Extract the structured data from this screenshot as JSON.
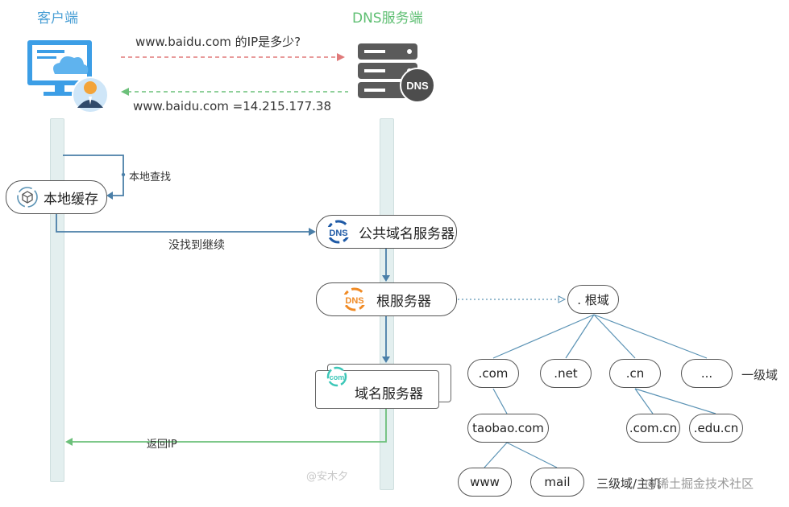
{
  "titles": {
    "client": "客户端",
    "dns": "DNS服务端"
  },
  "messages": {
    "query": "www.baidu.com 的IP是多少?",
    "answer": "www.baidu.com =14.215.177.38",
    "local_lookup": "本地查找",
    "not_found": "没找到继续",
    "return_ip": "返回IP"
  },
  "icons": {
    "dns_badge": "DNS",
    "dns_logo": "DNS",
    "com_badge": "com"
  },
  "servers": {
    "local_cache": "本地缓存",
    "public_dns": "公共域名服务器",
    "root": "根服务器",
    "domain": "域名服务器"
  },
  "tree": {
    "root": ". 根域",
    "level1": [
      ".com",
      ".net",
      ".cn",
      "..."
    ],
    "level1_label": "一级域",
    "com_children": [
      "taobao.com"
    ],
    "cn_children": [
      ".com.cn",
      ".edu.cn"
    ],
    "taobao_children": [
      "www",
      "mail"
    ],
    "level3_label": "三级域/主机"
  },
  "watermarks": {
    "author": "@安木夕",
    "site": "@稀土掘金技术社区"
  },
  "colors": {
    "client": "#4a9fd5",
    "dns": "#5fbf73",
    "query_arrow": "#e07a7a",
    "answer_arrow": "#6cc07a",
    "flow": "#4a7fa8",
    "tree_line": "#5b93b5"
  }
}
